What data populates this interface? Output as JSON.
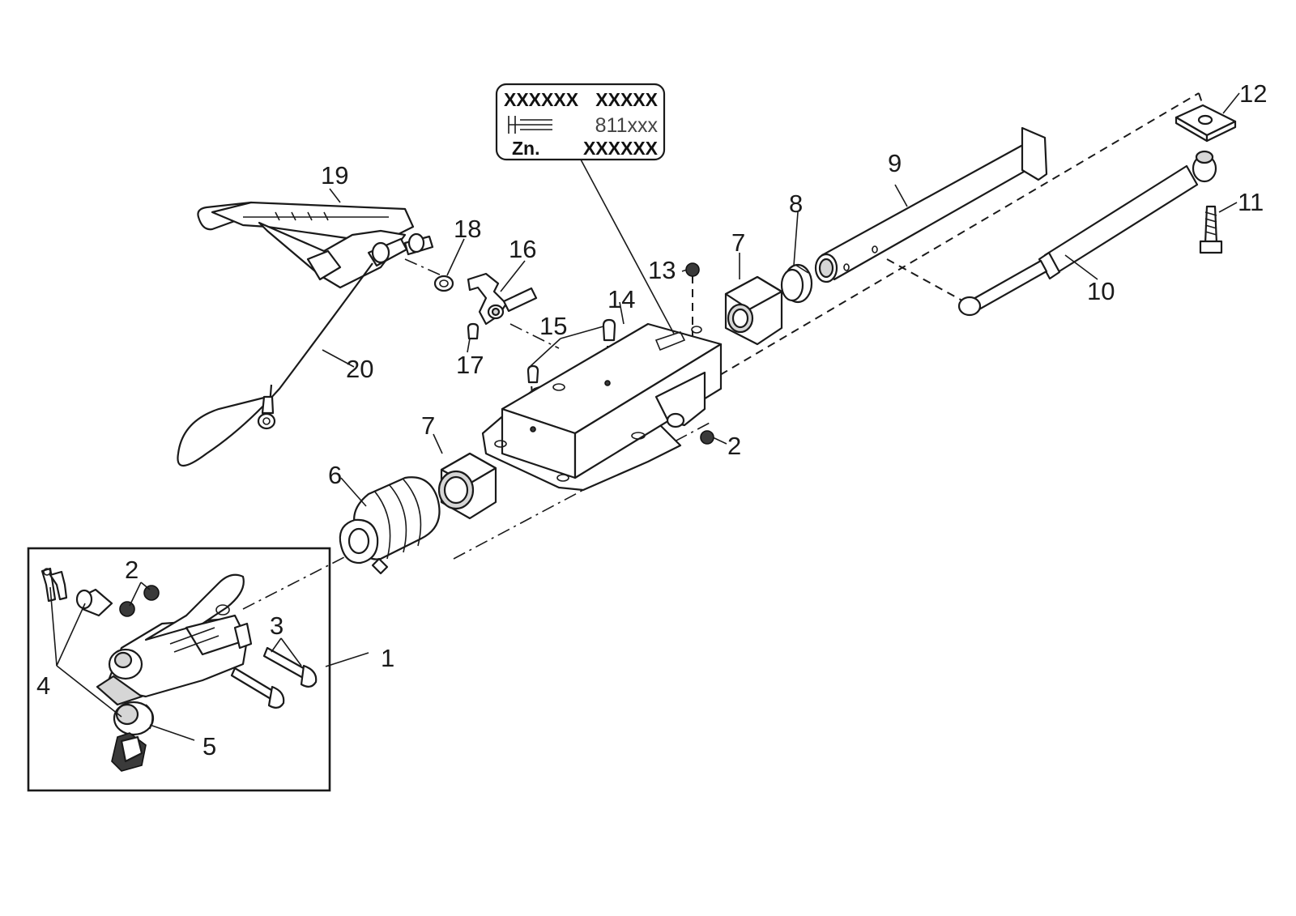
{
  "plate": {
    "row1_left": "XXXXXX",
    "row1_right": "XXXXX",
    "row2_right": "811xxx",
    "row3_left": "Zn.",
    "row3_right": "XXXXXX"
  },
  "callouts": {
    "c1": "1",
    "c2a": "2",
    "c2b": "2",
    "c3": "3",
    "c4": "4",
    "c5": "5",
    "c6": "6",
    "c7a": "7",
    "c7b": "7",
    "c8": "8",
    "c9": "9",
    "c10": "10",
    "c11": "11",
    "c12": "12",
    "c13": "13",
    "c14": "14",
    "c15": "15",
    "c16": "16",
    "c17": "17",
    "c18": "18",
    "c19": "19",
    "c20": "20"
  },
  "icons": {
    "plate_symbol": "drawbar-symbol-icon"
  }
}
